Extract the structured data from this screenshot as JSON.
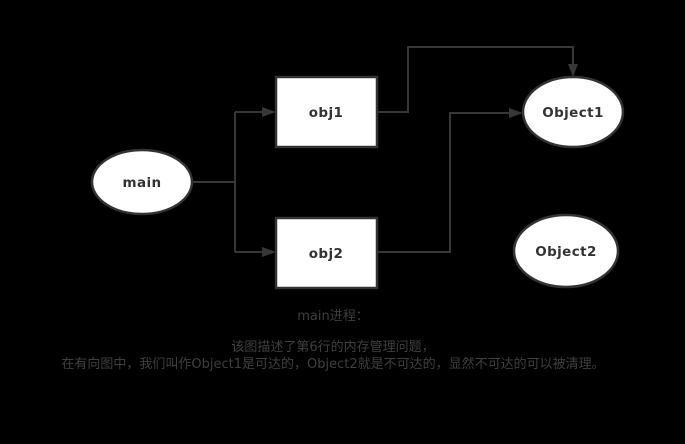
{
  "diagram": {
    "type": "directed-graph",
    "description": "memory reachability graph",
    "colors": {
      "background": "#000000",
      "node_fill": "#ffffff",
      "node_border": "#333333",
      "node_label": "#333333",
      "edge": "#373737",
      "caption_text": "#3f3f3f"
    },
    "nodes": {
      "main": {
        "label": "main",
        "shape": "ellipse"
      },
      "obj1": {
        "label": "obj1",
        "shape": "rect"
      },
      "obj2": {
        "label": "obj2",
        "shape": "rect"
      },
      "object1": {
        "label": "Object1",
        "shape": "ellipse"
      },
      "object2": {
        "label": "Object2",
        "shape": "ellipse"
      }
    },
    "edges": [
      {
        "from": "main",
        "to": "obj1"
      },
      {
        "from": "main",
        "to": "obj2"
      },
      {
        "from": "obj1",
        "to": "Object1"
      },
      {
        "from": "obj2",
        "to": "Object1"
      }
    ]
  },
  "caption": {
    "line1": "main进程：",
    "line2": "该图描述了第6行的内存管理问题，",
    "line3": "在有向图中，我们叫作Object1是可达的，Object2就是不可达的，显然不可达的可以被清理。"
  }
}
